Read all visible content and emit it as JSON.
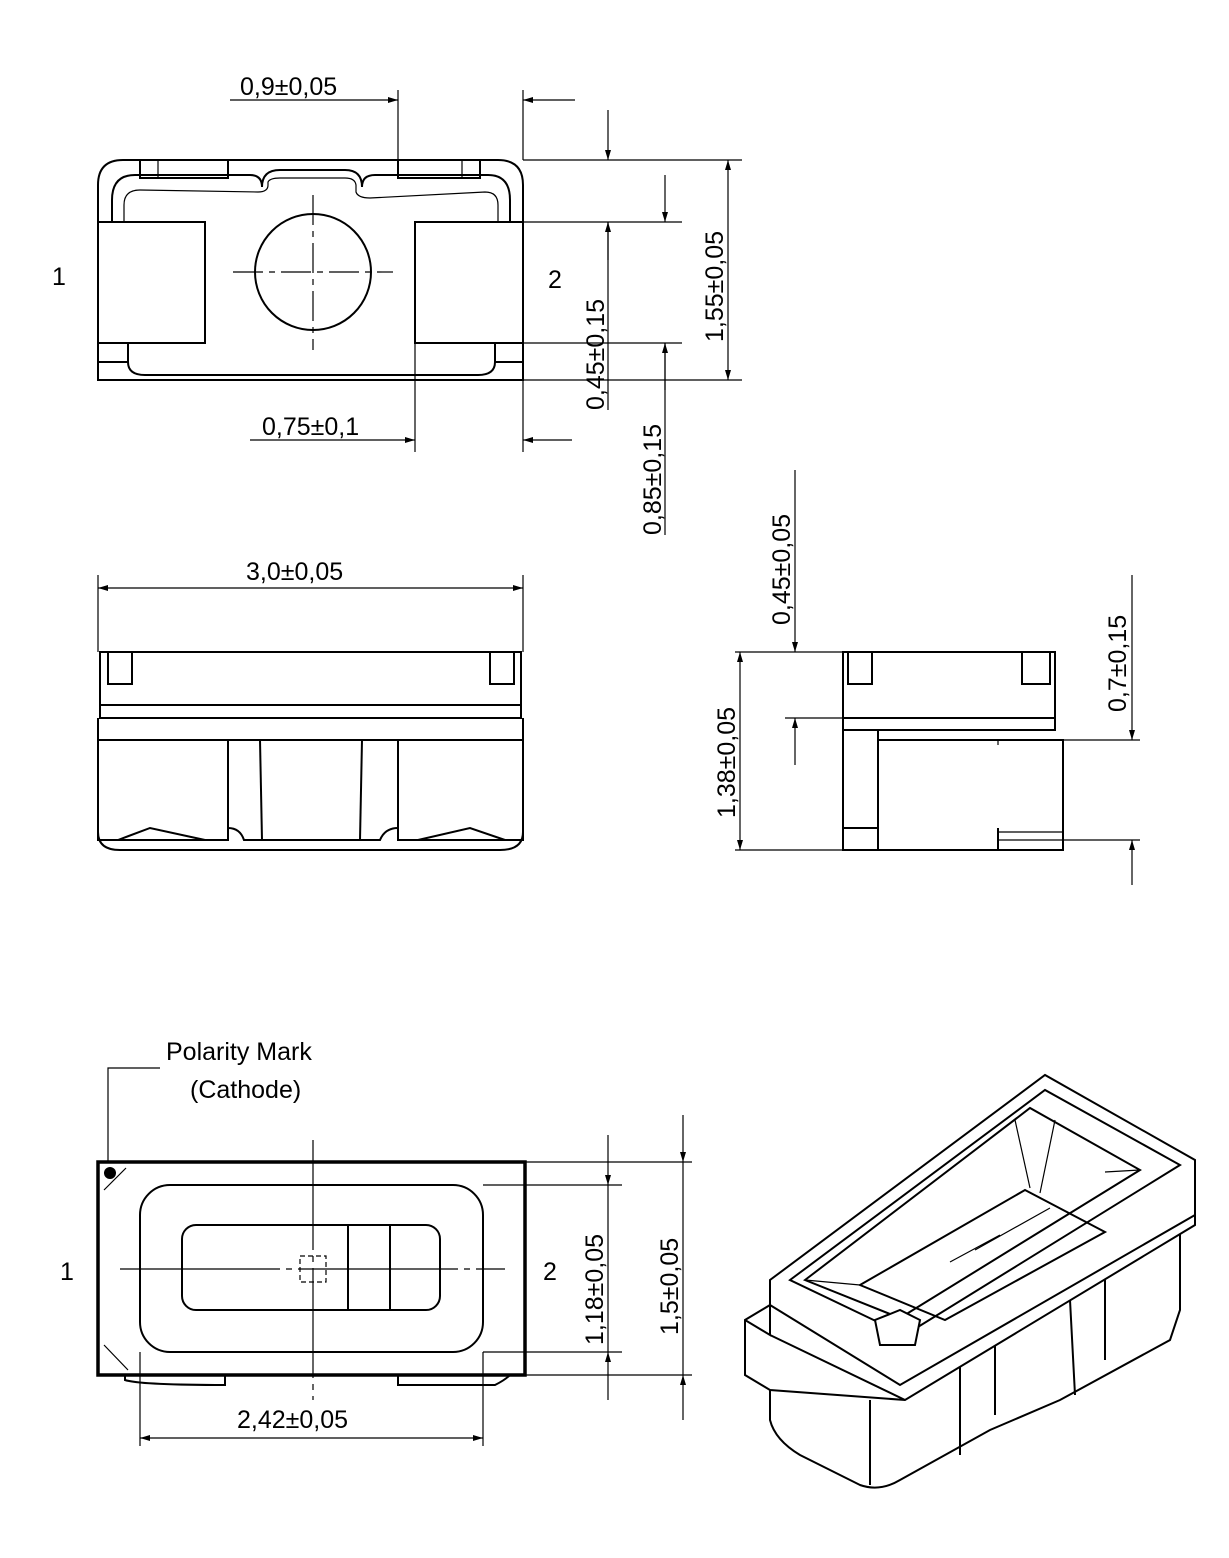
{
  "top_view": {
    "pin1": "1",
    "pin2": "2",
    "dim_tab_width": "0,9±0,05",
    "dim_pad_width": "0,75±0,1",
    "dim_pad_offset": "0,45±0,15",
    "dim_pad_height": "0,85±0,15",
    "dim_width": "1,55±0,05"
  },
  "front_view": {
    "dim_length": "3,0±0,05"
  },
  "side_view": {
    "dim_top_height": "0,45±0,05",
    "dim_total_height": "1,38±0,05",
    "dim_bottom_height": "0,7±0,15"
  },
  "bottom_view": {
    "polarity_label": "Polarity Mark",
    "polarity_sub": "(Cathode)",
    "pin1": "1",
    "pin2": "2",
    "dim_inner_width": "1,18±0,05",
    "dim_width": "1,5±0,05",
    "dim_inner_length": "2,42±0,05"
  }
}
